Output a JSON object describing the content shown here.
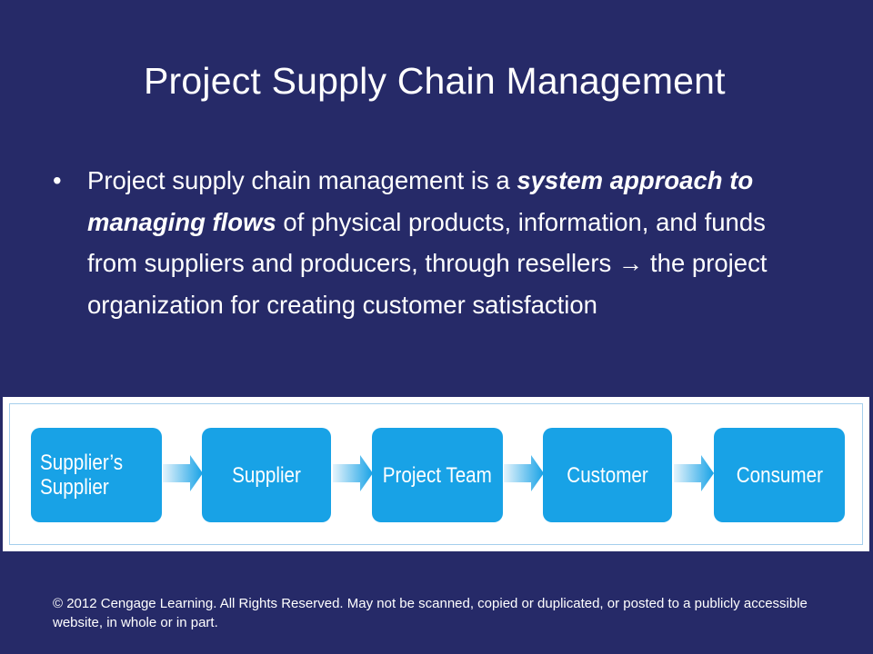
{
  "slide": {
    "title": "Project Supply Chain Management",
    "bullet": {
      "marker": "•",
      "text_before": "Project supply chain management is a ",
      "emphasis": "system approach to managing flows",
      "text_middle": " of physical products, information, and funds from suppliers and producers, through resellers ",
      "arrow": "→",
      "text_after": " the project organization for creating customer satisfaction"
    },
    "diagram": {
      "boxes": [
        {
          "label_line1": "Supplier’s",
          "label_line2": "Supplier"
        },
        {
          "label": "Supplier"
        },
        {
          "label": "Project Team"
        },
        {
          "label": "Customer"
        },
        {
          "label": "Consumer"
        }
      ],
      "colors": {
        "box": "#18a2e6",
        "arrow_start": "#e6f4fc",
        "arrow_end": "#18a2e6"
      }
    },
    "copyright": "© 2012 Cengage Learning. All Rights Reserved. May not be scanned, copied or duplicated, or posted to a publicly accessible website, in whole or in part."
  },
  "colors": {
    "background": "#262a68",
    "text": "#ffffff"
  }
}
